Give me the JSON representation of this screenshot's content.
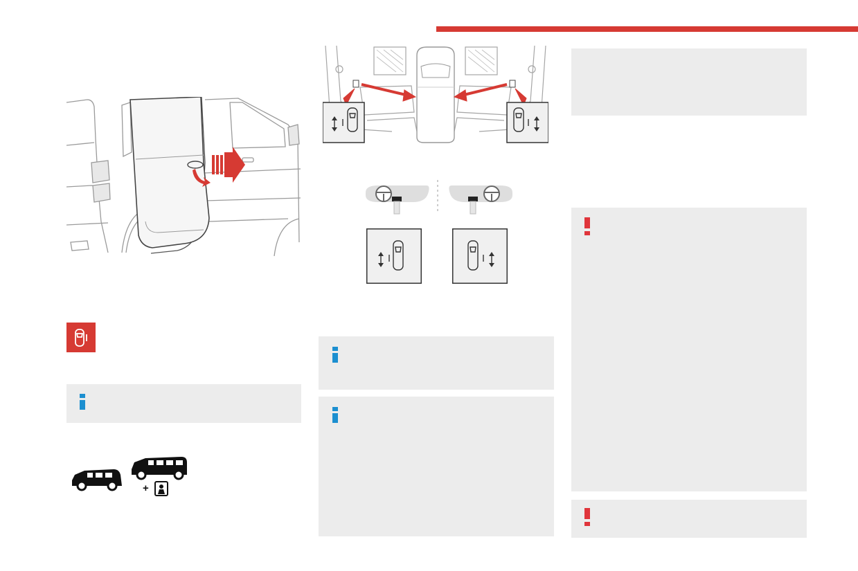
{
  "theme": {
    "accent": "#d63a33",
    "info": "#1c8fd0",
    "warning": "#e0353b",
    "box_gray": "#ececec",
    "line_gray": "#b9b9b9",
    "dark": "#222222"
  },
  "icons": {
    "header_bar": "red-header-rule",
    "warning_light": "open-sliding-door-warning-icon",
    "info": "info-icon",
    "warning": "warning-exclamation-icon",
    "vehicle_versions": "passenger-van-versions-icon",
    "child_lock": "child-lock-icon"
  },
  "illustrations": {
    "sliding_door": "sliding-door-opening-illustration",
    "interior_switches": "interior-door-switches-illustration",
    "lhd": "left-hand-drive-switch-position",
    "rhd": "right-hand-drive-switch-position"
  },
  "boxes": {
    "col1_info": "",
    "col2_info1": "",
    "col2_info2": "",
    "col3_top": "",
    "col3_warning1": "",
    "col3_warning2": ""
  },
  "labels": {
    "plus": "+"
  }
}
